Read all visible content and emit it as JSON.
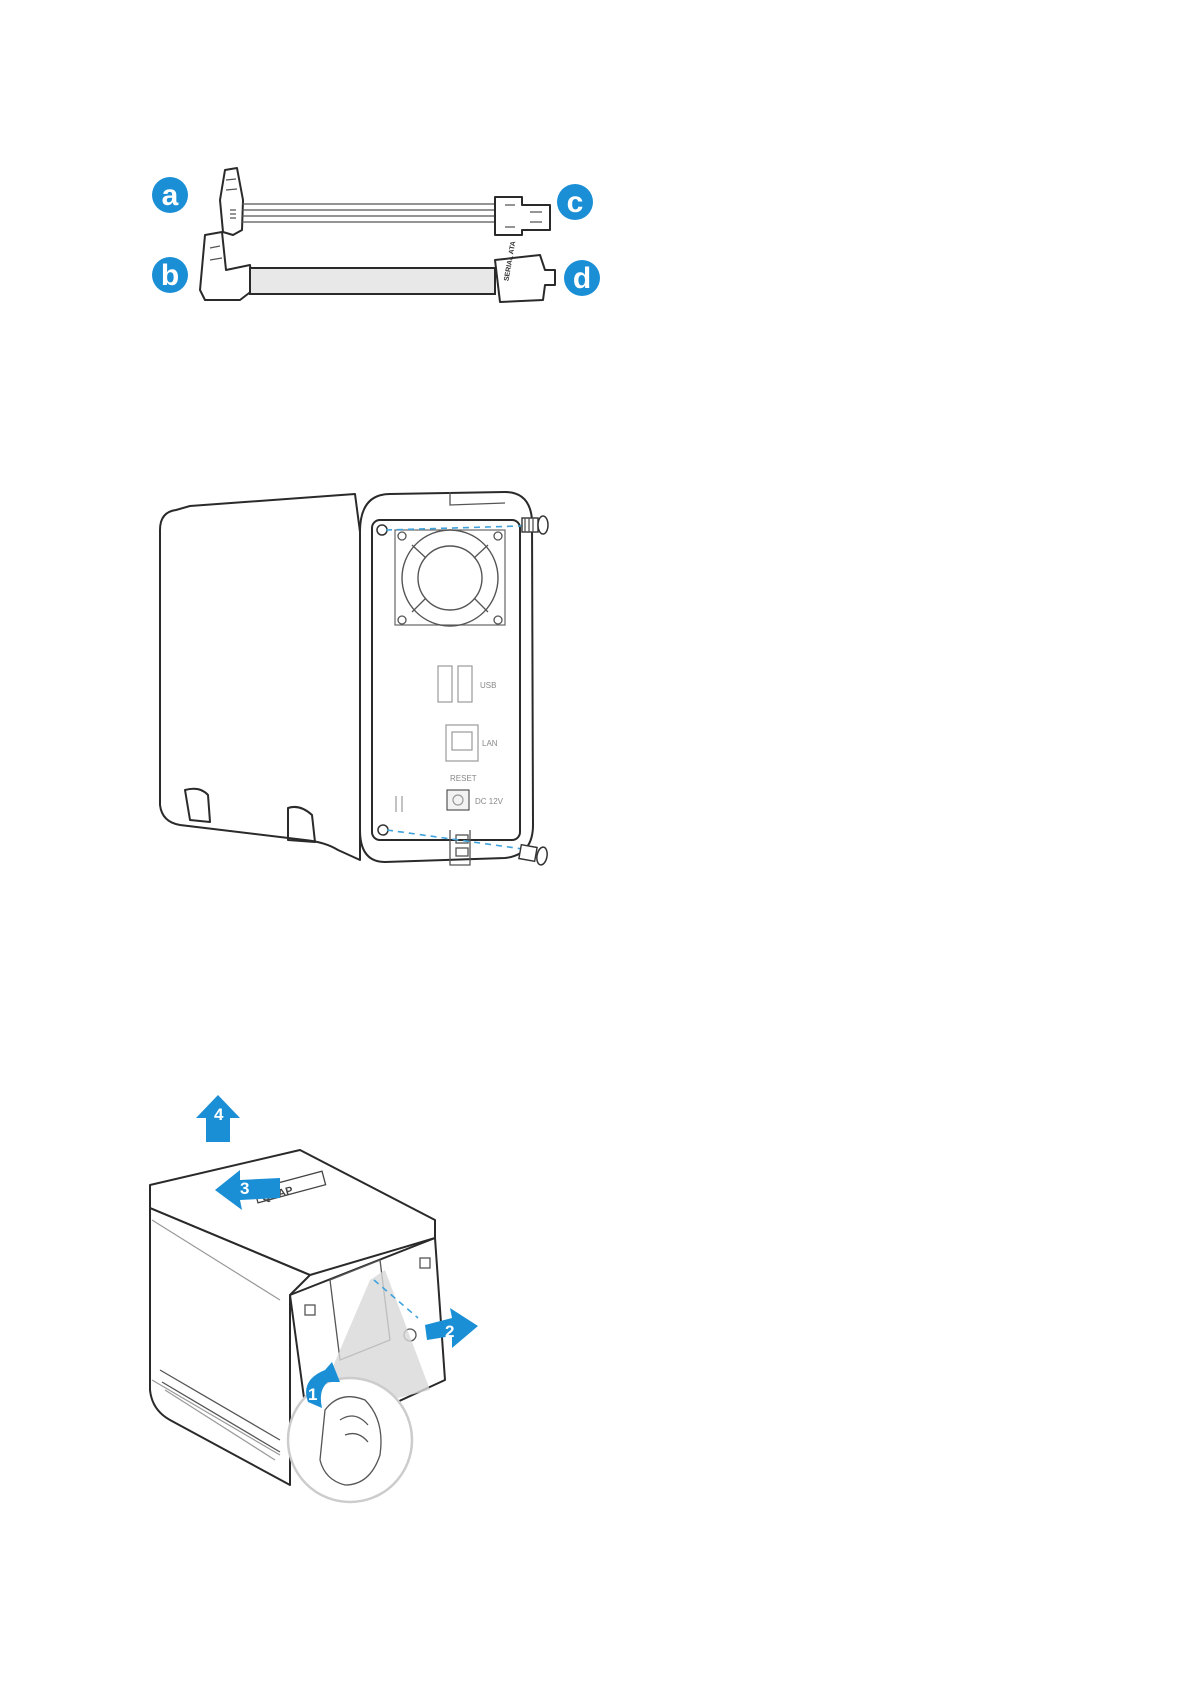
{
  "figure1": {
    "callouts": {
      "a": "a",
      "b": "b",
      "c": "c",
      "d": "d"
    },
    "cable_print": "SERIAL ATA"
  },
  "figure2": {
    "port_labels": {
      "usb": "USB",
      "lan": "LAN",
      "reset": "RESET",
      "power": "DC 12V"
    }
  },
  "figure3": {
    "steps": [
      "1",
      "2",
      "3",
      "4"
    ],
    "logo_text": "QNAP"
  },
  "colors": {
    "accent": "#1a8fd6",
    "dashed_guide": "#3ea3dc",
    "outline": "#2a2a2a"
  }
}
